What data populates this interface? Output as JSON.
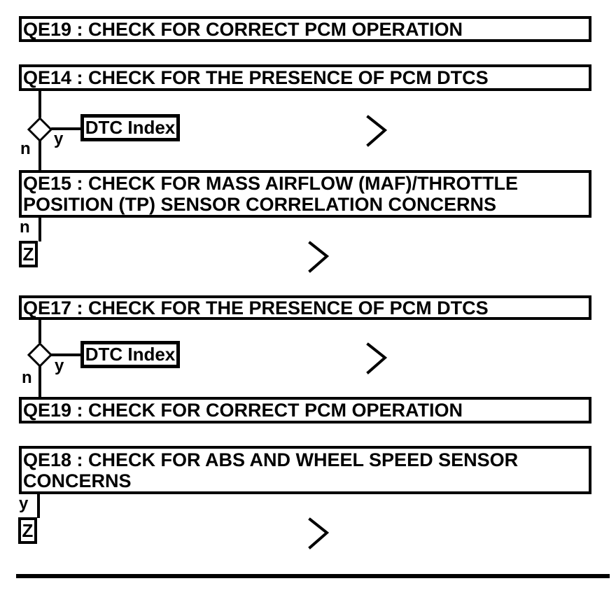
{
  "colors": {
    "foreground": "#000000",
    "background": "#ffffff"
  },
  "boxes": [
    {
      "id": "QE19-top",
      "label": "QE19 : CHECK FOR CORRECT PCM OPERATION"
    },
    {
      "id": "QE14",
      "label": "QE14 : CHECK FOR THE PRESENCE OF PCM DTCS"
    },
    {
      "id": "QE15",
      "label": "QE15 : CHECK FOR MASS AIRFLOW (MAF)/THROTTLE POSITION (TP) SENSOR CORRELATION CONCERNS"
    },
    {
      "id": "QE17",
      "label": "QE17 : CHECK FOR THE PRESENCE OF PCM DTCS"
    },
    {
      "id": "QE19-bottom",
      "label": "QE19 : CHECK FOR CORRECT PCM OPERATION"
    },
    {
      "id": "QE18",
      "label": "QE18 : CHECK FOR ABS AND WHEEL SPEED SENSOR CONCERNS"
    }
  ],
  "decisions": [
    {
      "no_label": "n",
      "yes_label": "y",
      "link_label": "DTC Index"
    },
    {
      "no_label": "n",
      "yes_label": "y",
      "link_label": "DTC Index"
    }
  ],
  "offpage_connectors": [
    {
      "branch_label": "n",
      "connector_label": "Z"
    },
    {
      "branch_label": "y",
      "connector_label": "Z"
    }
  ]
}
